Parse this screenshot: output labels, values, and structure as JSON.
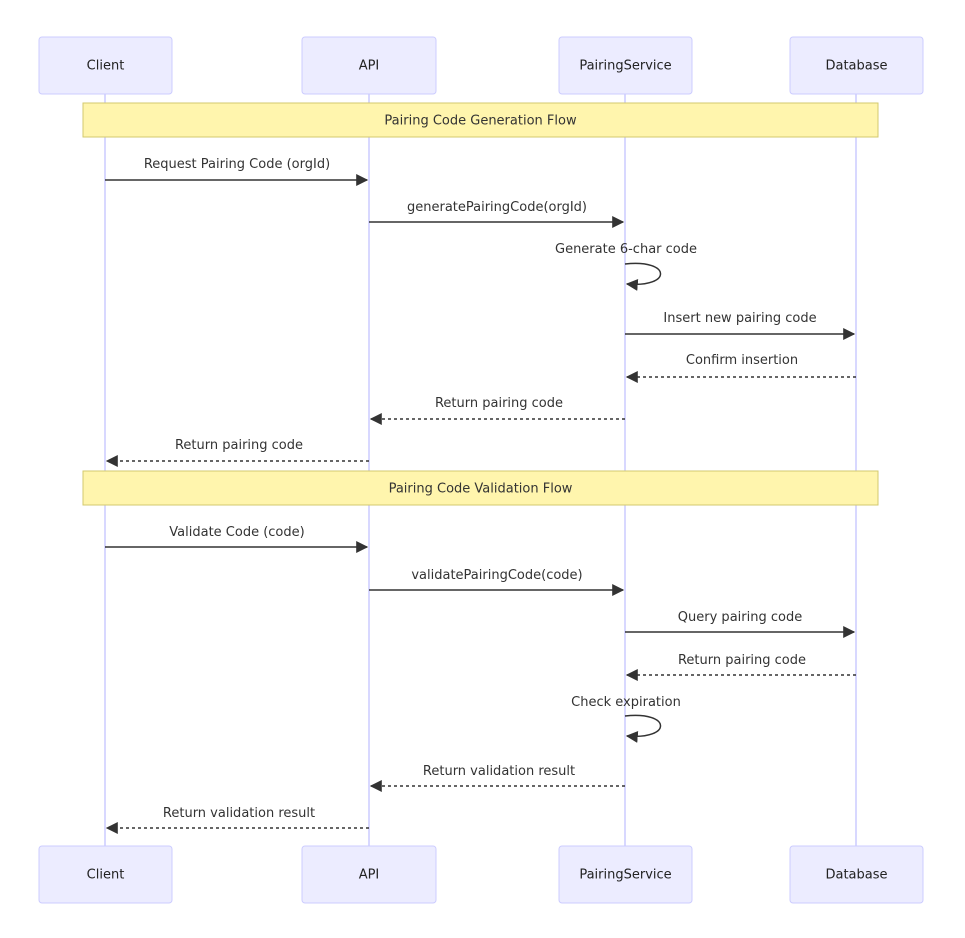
{
  "diagram": {
    "type": "sequence",
    "participants": [
      "Client",
      "API",
      "PairingService",
      "Database"
    ],
    "notes": [
      {
        "text": "Pairing Code Generation Flow",
        "from": "Client",
        "to": "Database"
      },
      {
        "text": "Pairing Code Validation Flow",
        "from": "Client",
        "to": "Database"
      }
    ],
    "messages": [
      {
        "from": "Client",
        "to": "API",
        "text": "Request Pairing Code (orgId)",
        "style": "solid"
      },
      {
        "from": "API",
        "to": "PairingService",
        "text": "generatePairingCode(orgId)",
        "style": "solid"
      },
      {
        "from": "PairingService",
        "to": "PairingService",
        "text": "Generate 6-char code",
        "style": "solid"
      },
      {
        "from": "PairingService",
        "to": "Database",
        "text": "Insert new pairing code",
        "style": "solid"
      },
      {
        "from": "Database",
        "to": "PairingService",
        "text": "Confirm insertion",
        "style": "dashed"
      },
      {
        "from": "PairingService",
        "to": "API",
        "text": "Return pairing code",
        "style": "dashed"
      },
      {
        "from": "API",
        "to": "Client",
        "text": "Return pairing code",
        "style": "dashed"
      },
      {
        "from": "Client",
        "to": "API",
        "text": "Validate Code (code)",
        "style": "solid"
      },
      {
        "from": "API",
        "to": "PairingService",
        "text": "validatePairingCode(code)",
        "style": "solid"
      },
      {
        "from": "PairingService",
        "to": "Database",
        "text": "Query pairing code",
        "style": "solid"
      },
      {
        "from": "Database",
        "to": "PairingService",
        "text": "Return pairing code",
        "style": "dashed"
      },
      {
        "from": "PairingService",
        "to": "PairingService",
        "text": "Check expiration",
        "style": "solid"
      },
      {
        "from": "PairingService",
        "to": "API",
        "text": "Return validation result",
        "style": "dashed"
      },
      {
        "from": "API",
        "to": "Client",
        "text": "Return validation result",
        "style": "dashed"
      }
    ]
  },
  "colors": {
    "actor_fill": "#ECECFF",
    "actor_border": "#CCCCFF",
    "note_fill": "#FFF5AD",
    "note_border": "#D3C96E",
    "line": "#333333"
  }
}
